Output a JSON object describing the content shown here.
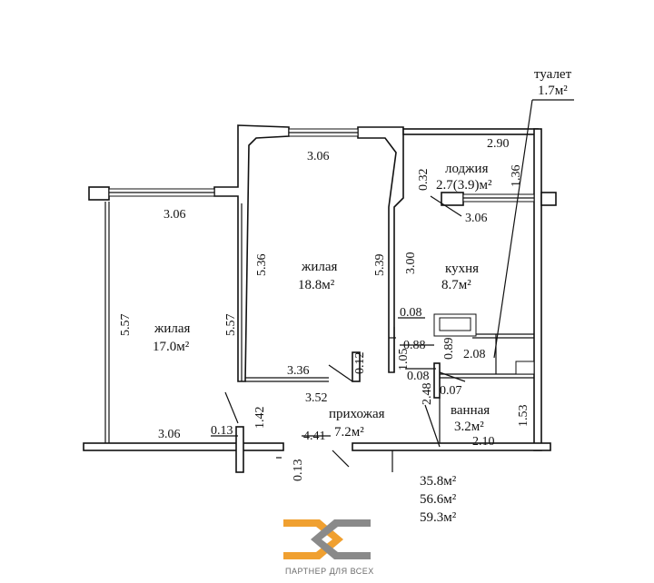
{
  "rooms": {
    "toilet": {
      "name": "туалет",
      "area": "1.7м²"
    },
    "loggia": {
      "name": "лоджия",
      "area": "2.7(3.9)м²"
    },
    "living_center": {
      "name": "жилая",
      "area": "18.8м²"
    },
    "kitchen": {
      "name": "кухня",
      "area": "8.7м²"
    },
    "living_left": {
      "name": "жилая",
      "area": "17.0м²"
    },
    "hallway": {
      "name": "прихожая",
      "area": "7.2м²"
    },
    "bathroom": {
      "name": "ванная",
      "area": "3.2м²"
    }
  },
  "dimensions": {
    "d_306_top": "3.06",
    "d_290": "2.90",
    "d_032": "0.32",
    "d_136": "1.36",
    "d_306_left": "3.06",
    "d_306_loggia": "3.06",
    "d_536": "5.36",
    "d_539": "5.39",
    "d_300": "3.00",
    "d_557_left": "5.57",
    "d_557_mid": "5.57",
    "d_008_a": "0.08",
    "d_088": "0.88",
    "d_089": "0.89",
    "d_208": "2.08",
    "d_105": "1.05",
    "d_012": "0.12",
    "d_336": "3.36",
    "d_008_b": "0.08",
    "d_007": "0.07",
    "d_352": "3.52",
    "d_142": "1.42",
    "d_248": "2.48",
    "d_153": "1.53",
    "d_306_bottom": "3.06",
    "d_013_a": "0.13",
    "d_441": "4.41",
    "d_210": "2.10",
    "d_013_b": "0.13"
  },
  "totals": {
    "living_total": "35.8м²",
    "total": "56.6м²",
    "total_with_loggia": "59.3м²"
  },
  "logo": {
    "tagline": "ПАРТНЕР ДЛЯ ВСЕХ",
    "color_orange": "#f0a030",
    "color_gray": "#8a8a8a"
  }
}
